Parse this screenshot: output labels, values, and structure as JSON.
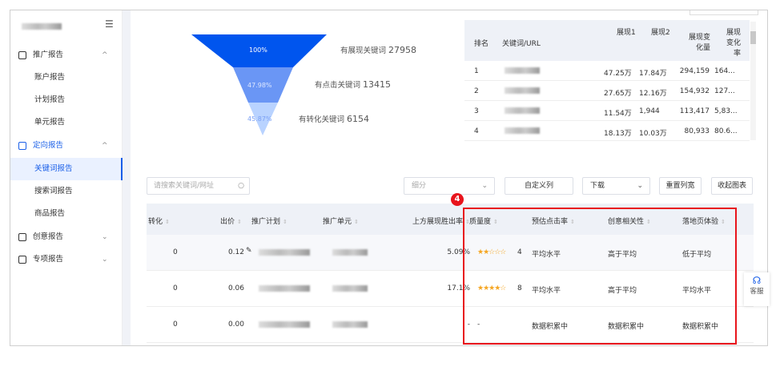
{
  "sidebar": {
    "groups": [
      {
        "label": "推广报告",
        "icon": "chart-report-icon",
        "expanded": true,
        "items": [
          "账户报告",
          "计划报告",
          "单元报告"
        ]
      },
      {
        "label": "定向报告",
        "icon": "target-report-icon",
        "expanded": true,
        "active": true,
        "items": [
          "关键词报告",
          "搜索词报告",
          "商品报告"
        ]
      },
      {
        "label": "创意报告",
        "icon": "creative-report-icon",
        "expanded": false
      },
      {
        "label": "专项报告",
        "icon": "special-report-icon",
        "expanded": false
      }
    ],
    "active_item": "关键词报告"
  },
  "funnel": {
    "stages": [
      {
        "pct": "100%",
        "label": "有展现关键词",
        "count": "27958",
        "color": "#0055ee"
      },
      {
        "pct": "47.98%",
        "label": "有点击关键词",
        "count": "13415",
        "color": "#6a96f5"
      },
      {
        "pct": "45.87%",
        "label": "有转化关键词",
        "count": "6154",
        "color": "#b9d3ff"
      }
    ]
  },
  "top_table": {
    "headers": [
      "排名",
      "关键词/URL",
      "展现1",
      "展现2",
      "展现变化量",
      "展现变化率"
    ],
    "rows": [
      {
        "rank": "1",
        "v1": "47.25万",
        "v2": "17.84万",
        "chg": "294,159",
        "rate": "164..."
      },
      {
        "rank": "2",
        "v1": "27.65万",
        "v2": "12.16万",
        "chg": "154,932",
        "rate": "127..."
      },
      {
        "rank": "3",
        "v1": "11.54万",
        "v2": "1,944",
        "chg": "113,417",
        "rate": "5,83..."
      },
      {
        "rank": "4",
        "v1": "18.13万",
        "v2": "10.03万",
        "chg": "80,933",
        "rate": "80.6..."
      }
    ]
  },
  "toolbar": {
    "search_placeholder": "请搜索关键词/网址",
    "segment_placeholder": "细分",
    "custom_columns": "自定义列",
    "download": "下载",
    "reset_width": "重置列宽",
    "collapse_chart": "收起图表"
  },
  "annotation_badge": "4",
  "main_table": {
    "headers": [
      "转化",
      "出价",
      "推广计划",
      "推广单元",
      "上方展现胜出率",
      "质量度",
      "预估点击率",
      "创意相关性",
      "落地页体验"
    ],
    "rows": [
      {
        "conv": "0",
        "bid": "0.12",
        "win": "5.09%",
        "stars": 2,
        "quality": "4",
        "ctr": "平均水平",
        "rel": "高于平均",
        "landing": "低于平均"
      },
      {
        "conv": "0",
        "bid": "0.06",
        "win": "17.1%",
        "stars": 4,
        "quality": "8",
        "ctr": "平均水平",
        "rel": "高于平均",
        "landing": "平均水平"
      },
      {
        "conv": "0",
        "bid": "0.00",
        "win": "-",
        "stars": 0,
        "quality": "-",
        "ctr": "数据积累中",
        "rel": "数据积累中",
        "landing": "数据积累中"
      }
    ]
  },
  "service": {
    "label": "客服"
  },
  "colors": {
    "accent": "#1a5fe8",
    "highlight": "#e8141c",
    "star": "#f5a623"
  }
}
